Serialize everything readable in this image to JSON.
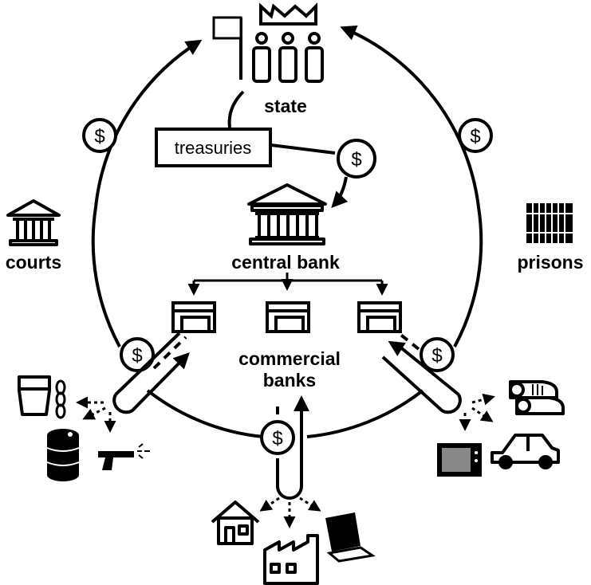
{
  "labels": {
    "state": "state",
    "treasuries": "treasuries",
    "central_bank": "central bank",
    "courts": "courts",
    "prisons": "prisons",
    "commercial_1": "commercial",
    "commercial_2": "banks"
  },
  "currency_symbol": "$",
  "icons": [
    "crown-icon",
    "flag-icon",
    "people-icon",
    "bank-building-icon",
    "courthouse-icon",
    "prison-icon",
    "commercial-bank-icon",
    "bucket-icon",
    "chain-icon",
    "oil-barrel-icon",
    "gun-icon",
    "house-icon",
    "factory-icon",
    "laptop-icon",
    "television-icon",
    "car-icon",
    "shoes-icon"
  ],
  "colors": {
    "ink": "#000000",
    "paper": "#ffffff"
  }
}
